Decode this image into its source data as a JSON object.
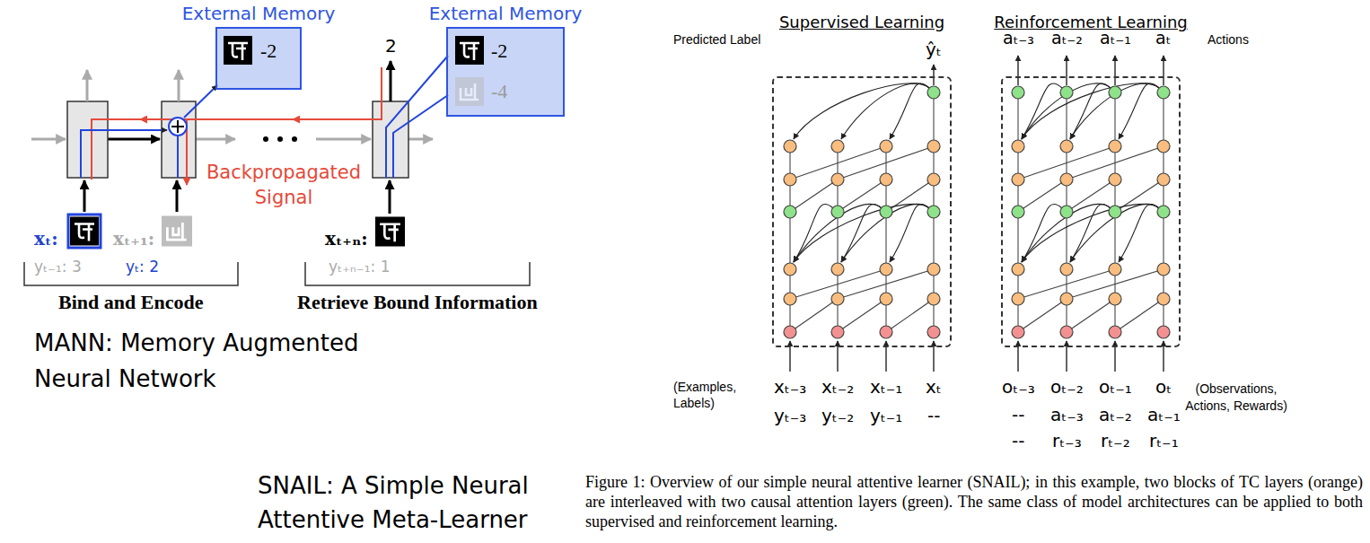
{
  "diagram": {
    "caption": "Figure 1: Overview of our simple neural attentive learner (SNAIL); in this example, two blocks of TC layers (orange) are interleaved with two causal attention layers (green). The same class of model architectures can be applied to both supervised and reinforcement learning.",
    "nodes": [
      {
        "text": [
          "External Memory",
          "-2"
        ]
      },
      {
        "text": [
          "External Memory",
          "-2",
          "-4"
        ]
      },
      {
        "text": [
          "Supervised Learning"
        ]
      },
      {
        "text": [
          "Reinforcement Learning"
        ]
      }
    ],
    "labels": [
      "2",
      "Backpropagated Signal",
      "xₜ:",
      "yₜ₋₁: 3",
      "xₜ₊₁:",
      "yₜ: 2",
      "xₜ₊ₙ:",
      "yₜ₊ₙ₋₁: 1",
      "Bind and Encode",
      "Retrieve Bound Information",
      "MANN: Memory Augmented Neural Network",
      "Predicted Label",
      "ŷₜ",
      "aₜ₋₃",
      "aₜ₋₂",
      "aₜ₋₁",
      "aₜ",
      "Actions",
      "(Examples, Labels)",
      "xₜ₋₃",
      "yₜ₋₃",
      "xₜ₋₂",
      "yₜ₋₂",
      "xₜ₋₁",
      "yₜ₋₁",
      "xₜ",
      "--",
      "oₜ₋₃",
      "--",
      "--",
      "oₜ₋₂",
      "aₜ₋₃",
      "rₜ₋₃",
      "oₜ₋₁",
      "aₜ₋₂",
      "rₜ₋₂",
      "oₜ",
      "aₜ₋₁",
      "rₜ₋₁",
      "(Observations, Actions, Rewards)",
      "SNAIL: A Simple Neural Attentive Meta-Learner"
    ]
  }
}
